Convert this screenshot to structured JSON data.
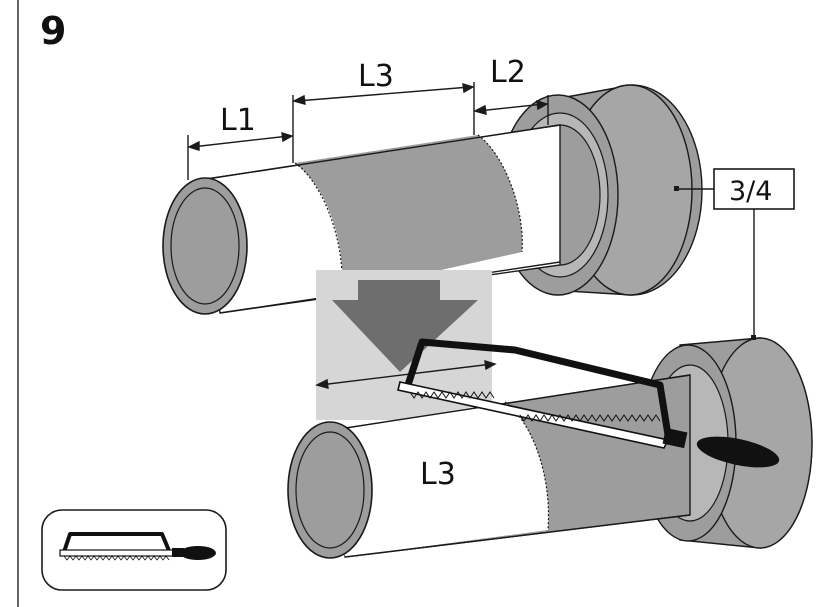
{
  "step_number": "9",
  "labels": {
    "l1": "L1",
    "l3_top": "L3",
    "l2": "L2",
    "l3_bottom": "L3",
    "part_ref": "3/4"
  },
  "icons": {
    "tool": "hacksaw-icon"
  },
  "colors": {
    "pipe_gray": "#9d9d9d",
    "pipe_dark": "#777777",
    "arrow_gray": "#6e6e6e",
    "shade_gray": "#d6d6d6",
    "outline": "#1a1a1a",
    "saw_black": "#111111"
  }
}
